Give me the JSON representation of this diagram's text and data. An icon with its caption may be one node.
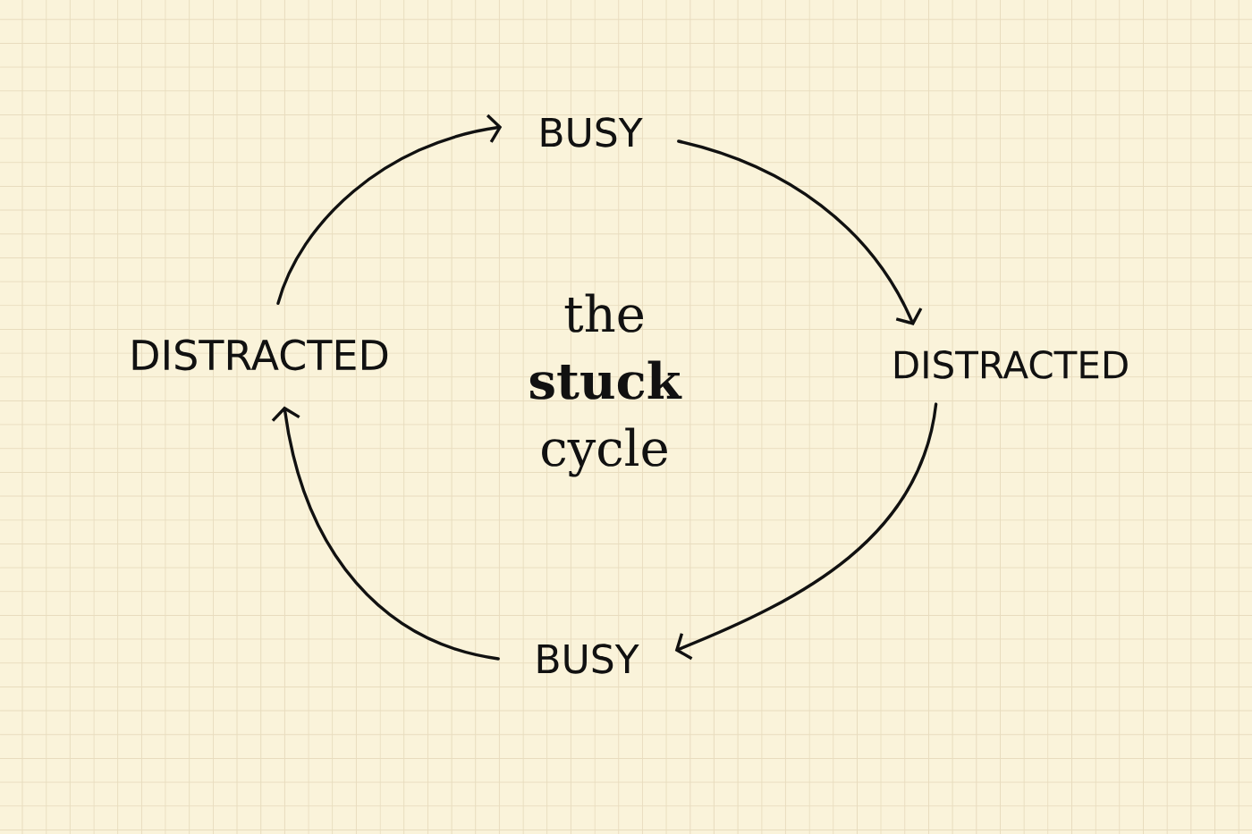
{
  "diagram": {
    "title": "the **stuck** cycle",
    "nodes": [
      {
        "text": [
          "BUSY"
        ]
      },
      {
        "text": [
          "DISTRACTED"
        ]
      },
      {
        "text": [
          "BUSY"
        ]
      },
      {
        "text": [
          "DISTRACTED"
        ]
      }
    ],
    "edges": [
      {
        "from": 0,
        "to": 1,
        "arrow": "to"
      },
      {
        "from": 1,
        "to": 2,
        "arrow": "to"
      },
      {
        "from": 2,
        "to": 3,
        "arrow": "to"
      },
      {
        "from": 3,
        "to": 0,
        "arrow": "to"
      }
    ]
  }
}
